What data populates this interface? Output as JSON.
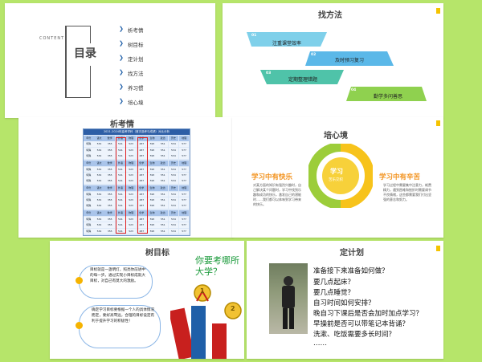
{
  "slide1": {
    "content_label": "CONTENT",
    "title": "目录",
    "items": [
      "析考情",
      "树目标",
      "定计划",
      "找方法",
      "养习惯",
      "培心境"
    ]
  },
  "slide2": {
    "title": "找方法",
    "methods": [
      {
        "num": "01",
        "label": "注重课堂效率",
        "color": "#7fd0ea"
      },
      {
        "num": "02",
        "label": "及时预习复习",
        "color": "#5bb8e8"
      },
      {
        "num": "03",
        "label": "定期整理错题",
        "color": "#4fc3a9"
      },
      {
        "num": "04",
        "label": "勤学多问善思",
        "color": "#8fd14f"
      }
    ]
  },
  "slide3": {
    "title": "析考情",
    "table_title": "2021-2024年高考学科（首次选考与成绩）对比分析",
    "header_cells": [
      "年份",
      "语文",
      "数学",
      "外语",
      "物理",
      "化学",
      "生物",
      "政治",
      "历史",
      "地理"
    ],
    "row_cells": [
      "特殊",
      "534",
      "355",
      "541",
      "523",
      "487",
      "595",
      "551",
      "534",
      "577"
    ]
  },
  "slide4": {
    "title": "培心境",
    "left_heading": "学习中有快乐",
    "left_text": "对某方面的知识有强烈兴趣时，自己解决某个问题时，学习中找到乐趣和成功的快乐，激发自己的潜能时……我们都可以体味到学习带来的快乐。",
    "center_title": "学习",
    "center_subtitle": "苦乐交织",
    "right_heading": "学习中有辛苦",
    "right_text": "学习过程中需要集中注意力，耗费精力，遇到困难和挫折时需要调节不良情绪，这些都需要我们付出坚强的意志和努力。"
  },
  "slide5": {
    "title": "树目标",
    "point1": "目标就是一盏明灯，照亮你前进中的每一步。通过实现小目标成就大目标，对自己有莫大的激励。",
    "point2": "确定学习目标要根据一个人的具体情况而定，要好高骛远，合理的目标设定有利于提升学习的积极性！",
    "slogan": "你要考哪所大学？",
    "medal1": "1",
    "medal2": "2"
  },
  "slide6": {
    "title": "定计划",
    "lines": [
      "准备接下来准备如何做？",
      "要几点起床？",
      "要几点睡觉？",
      "自习时间如何安排？",
      "晚自习下课后是否会加时加点学习？",
      "早操前是否可以带笔记本背诵？",
      "洗漱、吃饭需要多长时间？",
      "……"
    ]
  }
}
